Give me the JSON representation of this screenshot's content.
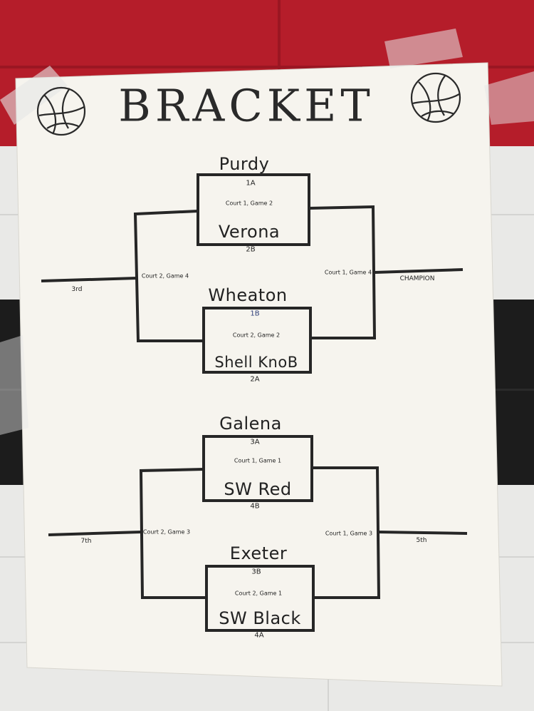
{
  "title": "BRACKET",
  "top_bracket": {
    "semifinal_1": {
      "team_top": "Purdy",
      "seed_top": "1A",
      "game": "Court 1, Game 2",
      "team_bottom": "Verona",
      "seed_bottom": "2B"
    },
    "semifinal_2": {
      "team_top": "Wheaton",
      "seed_top": "1B",
      "game": "Court 2, Game 2",
      "team_bottom": "Shell KnoB",
      "seed_bottom": "2A"
    },
    "left_game": "Court 2, Game 4",
    "right_game": "Court 1, Game 4",
    "left_result": "3rd",
    "right_result": "CHAMPION"
  },
  "bottom_bracket": {
    "semifinal_1": {
      "team_top": "Galena",
      "seed_top": "3A",
      "game": "Court 1, Game 1",
      "team_bottom": "SW Red",
      "seed_bottom": "4B"
    },
    "semifinal_2": {
      "team_top": "Exeter",
      "seed_top": "3B",
      "game": "Court 2, Game 1",
      "team_bottom": "SW Black",
      "seed_bottom": "4A"
    },
    "left_game": "Court 2, Game 3",
    "right_game": "Court 1, Game 3",
    "left_result": "7th",
    "right_result": "5th"
  },
  "icons": [
    "volleyball-icon",
    "volleyball-icon"
  ],
  "colors": {
    "wall_red": "#b51d2a",
    "wall_black": "#1c1c1c",
    "poster": "#f6f4ee",
    "ink": "#222222"
  }
}
